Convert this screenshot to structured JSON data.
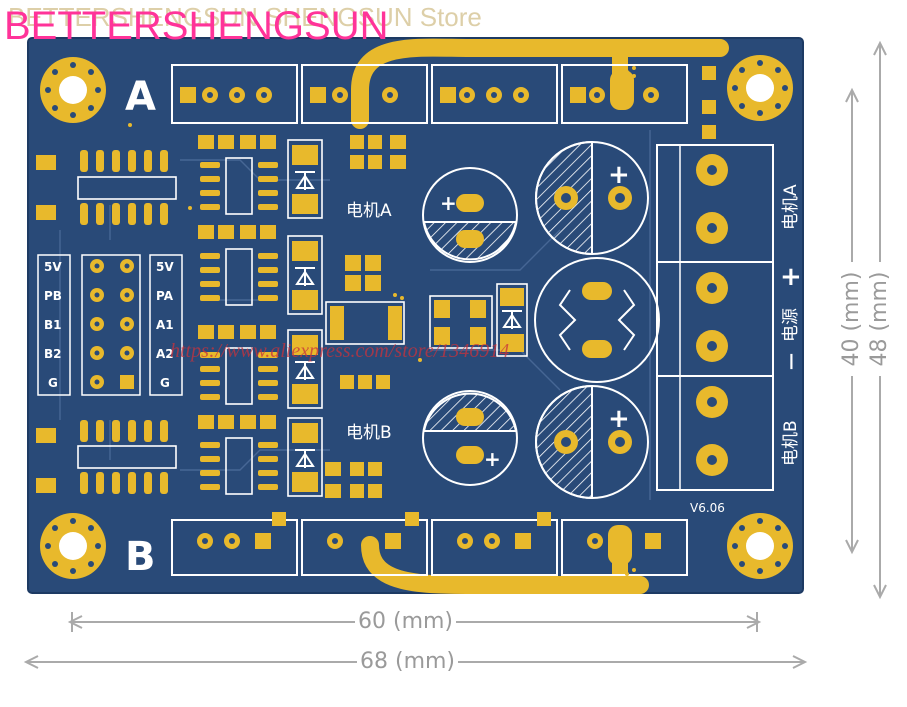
{
  "watermark_brand": "BETTERSHENGSUN",
  "watermark_store": "BETTERSHENGSUN SHENGSUN Store",
  "watermark_url": "https://www.aliexpress.com/store/1346914",
  "board": {
    "corner_labels": {
      "top": "A",
      "bottom": "B"
    },
    "motor_a_label": "电机A",
    "motor_b_label": "电机B",
    "connector_labels": {
      "motor_a": "电机A",
      "power": "电源",
      "power_plus": "+",
      "power_minus": "—",
      "motor_b": "电机B"
    },
    "version": "V6.06",
    "pin_labels_left": [
      "5V",
      "PB",
      "B1",
      "B2",
      "G"
    ],
    "pin_labels_right": [
      "5V",
      "PA",
      "A1",
      "A2",
      "G"
    ],
    "cap_plus": "+",
    "colors": {
      "board": "#294a78",
      "copper": "#e8b92c",
      "silk": "#ffffff",
      "background": "#ffffff"
    }
  },
  "dimensions": {
    "width_inner": "60 (mm)",
    "width_outer": "68 (mm)",
    "height_inner": "40 (mm)",
    "height_outer": "48 (mm)"
  }
}
